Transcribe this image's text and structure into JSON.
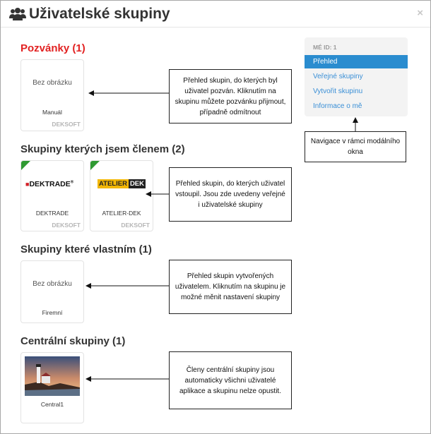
{
  "header": {
    "title": "Uživatelské skupiny",
    "close": "×"
  },
  "sections": {
    "invites": {
      "title": "Pozvánky (1)",
      "cards": [
        {
          "image_text": "Bez obrázku",
          "name": "Manuál",
          "source": "DEKSOFT"
        }
      ],
      "callout": "Přehled skupin, do kterých byl uživatel pozván. Kliknutím na skupinu můžete pozvánku přijmout, případně odmítnout"
    },
    "member": {
      "title": "Skupiny kterých jsem členem (2)",
      "cards": [
        {
          "logo": "DEKTRADE",
          "logo_mark": "■",
          "logo_tm": "®",
          "name": "DEKTRADE",
          "source": "DEKSOFT"
        },
        {
          "logo_left": "ATELIER",
          "logo_right": "DEK",
          "name": "ATELIER-DEK",
          "source": "DEKSOFT"
        }
      ],
      "callout": "Přehled skupin, do kterých uživatel vstoupil. Jsou zde uvedeny veřejné i uživatelské skupiny"
    },
    "owned": {
      "title": "Skupiny které vlastním (1)",
      "cards": [
        {
          "image_text": "Bez obrázku",
          "name": "Firemní"
        }
      ],
      "callout": "Přehled skupin vytvořených uživatelem. Kliknutím na skupinu je možné měnit nastavení skupiny"
    },
    "central": {
      "title": "Centrální skupiny (1)",
      "cards": [
        {
          "name": "Central1"
        }
      ],
      "callout": "Členy centrální skupiny jsou automaticky všichni uživatelé aplikace a skupinu nelze opustit."
    }
  },
  "nav": {
    "id_label": "MÉ ID: 1",
    "items": [
      {
        "label": "Přehled",
        "active": true
      },
      {
        "label": "Veřejné skupiny",
        "active": false
      },
      {
        "label": "Vytvořit skupinu",
        "active": false
      },
      {
        "label": "Informace o mě",
        "active": false
      }
    ],
    "callout": "Navigace v rámci modálního okna"
  },
  "colors": {
    "accent": "#2a8ccf",
    "invite_title": "#e22222",
    "member_corner": "#2f9a32",
    "link": "#3a8fd6"
  }
}
